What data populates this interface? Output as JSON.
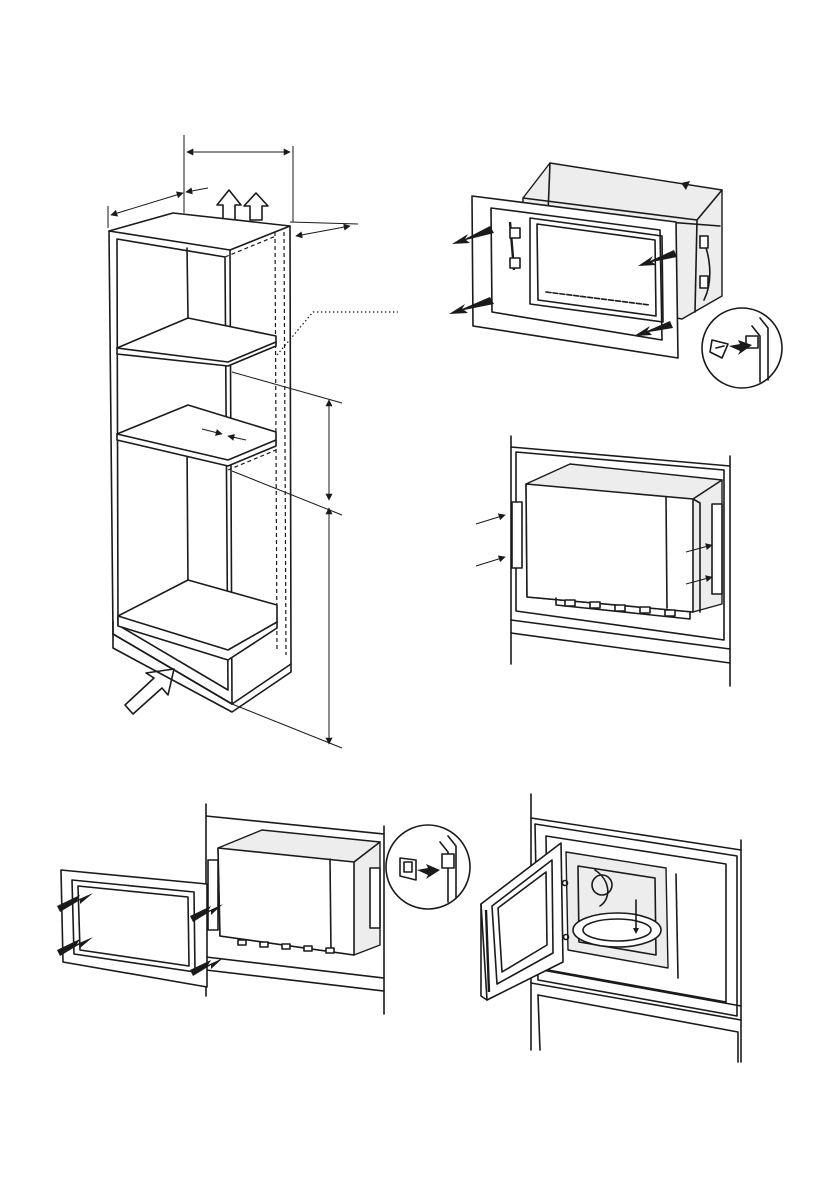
{
  "figure": {
    "panels": [
      {
        "id": "cabinet",
        "description_icons": [
          "up-arrow-icon",
          "up-arrow-icon",
          "large-outline-arrow-icon"
        ]
      },
      {
        "id": "frame-removal",
        "description_icons": [
          "arrow-icon",
          "arrow-icon",
          "arrow-icon",
          "arrow-icon",
          "magnify-circle-icon"
        ]
      },
      {
        "id": "oven-in-niche",
        "description_icons": [
          "screw-icon",
          "screw-icon"
        ]
      },
      {
        "id": "frame-attach",
        "description_icons": [
          "arrow-icon",
          "arrow-icon",
          "arrow-icon",
          "arrow-icon",
          "magnify-circle-icon"
        ]
      },
      {
        "id": "door-open-installed",
        "description_icons": [
          "turntable-icon"
        ]
      }
    ],
    "colors": {
      "line": "#1a1a1a",
      "background": "#ffffff",
      "shade": "#ededed"
    }
  }
}
